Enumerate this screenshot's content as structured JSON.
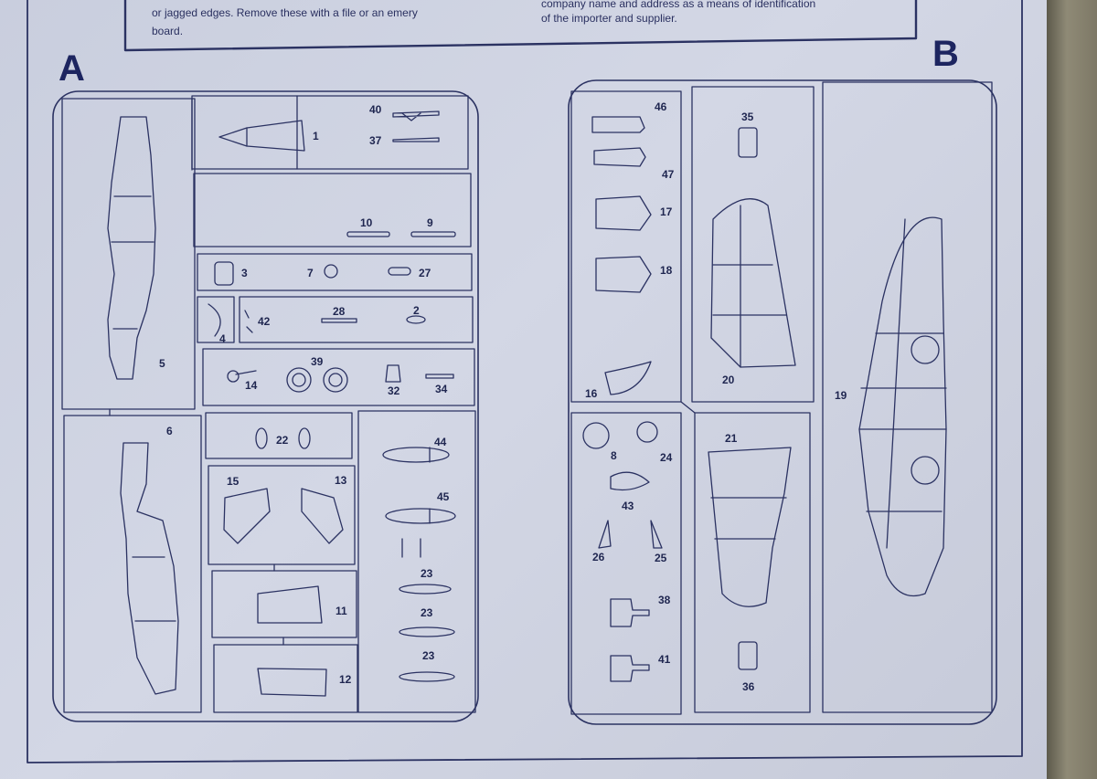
{
  "notes": {
    "left_line1": "or jagged edges. Remove these with a file or an emery",
    "left_line2": "board.",
    "right_line1": "company name and address as a means of identification",
    "right_line2": "of the importer and supplier."
  },
  "sprues": {
    "a": {
      "letter": "A",
      "parts": {
        "p1": "1",
        "p2": "2",
        "p3": "3",
        "p4": "4",
        "p5": "5",
        "p6": "6",
        "p7": "7",
        "p9": "9",
        "p10": "10",
        "p11": "11",
        "p12": "12",
        "p13": "13",
        "p14": "14",
        "p15": "15",
        "p22": "22",
        "p23a": "23",
        "p23b": "23",
        "p23c": "23",
        "p27": "27",
        "p28": "28",
        "p32": "32",
        "p34": "34",
        "p37": "37",
        "p39": "39",
        "p40": "40",
        "p42": "42",
        "p44": "44",
        "p45": "45"
      }
    },
    "b": {
      "letter": "B",
      "parts": {
        "p8": "8",
        "p16": "16",
        "p17": "17",
        "p18": "18",
        "p19": "19",
        "p20": "20",
        "p21": "21",
        "p24": "24",
        "p25": "25",
        "p26": "26",
        "p35": "35",
        "p36": "36",
        "p38": "38",
        "p41": "41",
        "p43": "43",
        "p46": "46",
        "p47": "47"
      }
    }
  },
  "colors": {
    "ink": "#2b3262",
    "paper": "#cdd1df"
  }
}
